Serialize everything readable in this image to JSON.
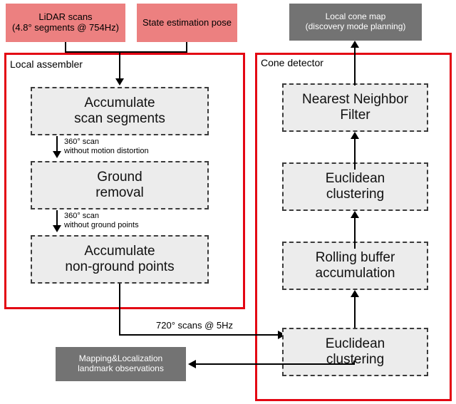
{
  "diagram": {
    "title": "LiDAR cone detection pipeline",
    "colors": {
      "input_fill": "#EC8080",
      "sink_fill": "#737373",
      "process_fill": "#ececec",
      "group_border": "#e30613",
      "connector": "#000000"
    },
    "inputs": [
      {
        "id": "lidar-scans",
        "label": "LiDAR scans\n(4.8° segments @ 754Hz)"
      },
      {
        "id": "state-estimation-pose",
        "label": "State estimation pose"
      }
    ],
    "sinks": [
      {
        "id": "local-cone-map",
        "label": "Local cone map\n(discovery mode planning)"
      },
      {
        "id": "mapping-localization",
        "label": "Mapping&Localization\nlandmark observations"
      }
    ],
    "groups": [
      {
        "id": "local-assembler",
        "label": "Local assembler"
      },
      {
        "id": "cone-detector",
        "label": "Cone detector"
      }
    ],
    "local_assembler_steps": [
      {
        "id": "accumulate-scan-segments",
        "label": "Accumulate\nscan segments"
      },
      {
        "id": "ground-removal",
        "label": "Ground\nremoval"
      },
      {
        "id": "accumulate-non-ground-points",
        "label": "Accumulate\nnon-ground points"
      }
    ],
    "cone_detector_steps": [
      {
        "id": "nearest-neighbor-filter",
        "label": "Nearest Neighbor\nFilter"
      },
      {
        "id": "euclidean-clustering-upper",
        "label": "Euclidean\nclustering"
      },
      {
        "id": "rolling-buffer-accumulation",
        "label": "Rolling buffer\naccumulation"
      },
      {
        "id": "euclidean-clustering-lower",
        "label": "Euclidean\nclustering"
      }
    ],
    "edge_labels": [
      {
        "id": "edge-360-no-motion-distortion",
        "label": "360° scan\nwithout motion distortion"
      },
      {
        "id": "edge-360-no-ground-points",
        "label": "360° scan\nwithout ground points"
      },
      {
        "id": "edge-720-scans-5hz",
        "label": "720° scans @ 5Hz"
      }
    ]
  }
}
